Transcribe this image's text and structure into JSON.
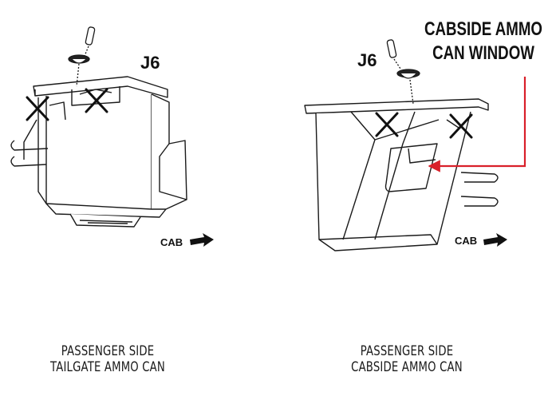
{
  "left_panel": {
    "label": "J6",
    "direction_label": "CAB",
    "caption_line1": "PASSENGER SIDE",
    "caption_line2": "TAILGATE AMMO CAN"
  },
  "right_panel": {
    "label": "J6",
    "direction_label": "CAB",
    "callout_line1": "CABSIDE AMMO",
    "callout_line2": "CAN WINDOW",
    "caption_line1": "PASSENGER SIDE",
    "caption_line2": "CABSIDE AMMO CAN"
  },
  "colors": {
    "line": "#1a1a1a",
    "callout_arrow": "#d9202a"
  },
  "icons": [
    "pin-icon",
    "rivet-icon",
    "cross-mark-icon",
    "arrow-right-icon"
  ]
}
